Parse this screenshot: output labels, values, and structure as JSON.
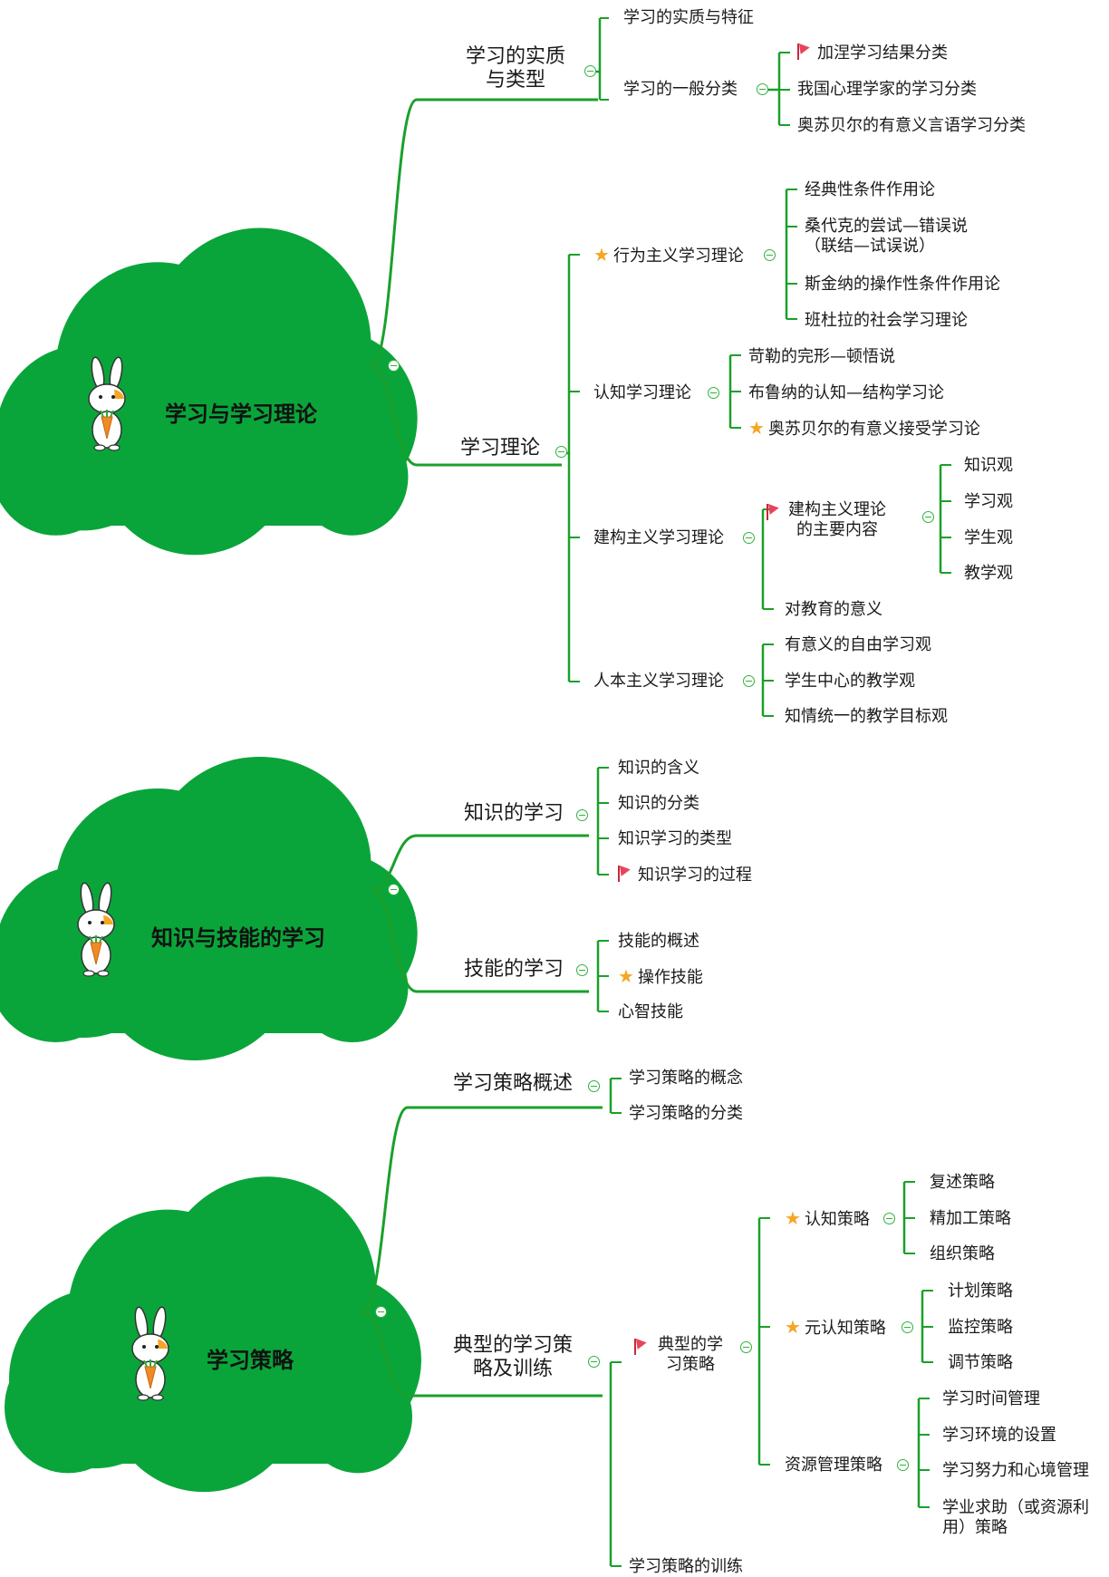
{
  "colors": {
    "branch": "#1aa02a",
    "cloud": "#0aa53a",
    "star": "#f5a623",
    "flag": "#e8435a"
  },
  "icons": {
    "mascot": "rabbit-with-carrot-icon",
    "star": "star-icon",
    "flag": "flag-icon",
    "collapse": "collapse-toggle-icon"
  },
  "sections": [
    {
      "root": "学习与学习理论",
      "l1": [
        {
          "label": "学习的实质\n与类型"
        },
        {
          "label": "学习理论"
        }
      ]
    },
    {
      "root": "知识与技能的学习",
      "l1": [
        {
          "label": "知识的学习"
        },
        {
          "label": "技能的学习"
        }
      ]
    },
    {
      "root": "学习策略",
      "l1": [
        {
          "label": "学习策略概述"
        },
        {
          "label": "典型的学习策\n略及训练"
        }
      ]
    }
  ],
  "nodes": {
    "s1_a1": "学习的实质与特征",
    "s1_a2": "学习的一般分类",
    "s1_a2_1": "加涅学习结果分类",
    "s1_a2_2": "我国心理学家的学习分类",
    "s1_a2_3": "奥苏贝尔的有意义言语学习分类",
    "s1_b1": "行为主义学习理论",
    "s1_b1_1": "经典性条件作用论",
    "s1_b1_2": "桑代克的尝试—错误说\n（联结—试误说）",
    "s1_b1_3": "斯金纳的操作性条件作用论",
    "s1_b1_4": "班杜拉的社会学习理论",
    "s1_b2": "认知学习理论",
    "s1_b2_1": "苛勒的完形—顿悟说",
    "s1_b2_2": "布鲁纳的认知—结构学习论",
    "s1_b2_3": "奥苏贝尔的有意义接受学习论",
    "s1_b3": "建构主义学习理论",
    "s1_b3_1": "建构主义理论\n的主要内容",
    "s1_b3_1_1": "知识观",
    "s1_b3_1_2": "学习观",
    "s1_b3_1_3": "学生观",
    "s1_b3_1_4": "教学观",
    "s1_b3_2": "对教育的意义",
    "s1_b4": "人本主义学习理论",
    "s1_b4_1": "有意义的自由学习观",
    "s1_b4_2": "学生中心的教学观",
    "s1_b4_3": "知情统一的教学目标观",
    "s2_a1": "知识的含义",
    "s2_a2": "知识的分类",
    "s2_a3": "知识学习的类型",
    "s2_a4": "知识学习的过程",
    "s2_b1": "技能的概述",
    "s2_b2": "操作技能",
    "s2_b3": "心智技能",
    "s3_a1": "学习策略的概念",
    "s3_a2": "学习策略的分类",
    "s3_b1": "典型的学\n习策略",
    "s3_b1_1": "认知策略",
    "s3_b1_1_1": "复述策略",
    "s3_b1_1_2": "精加工策略",
    "s3_b1_1_3": "组织策略",
    "s3_b1_2": "元认知策略",
    "s3_b1_2_1": "计划策略",
    "s3_b1_2_2": "监控策略",
    "s3_b1_2_3": "调节策略",
    "s3_b1_3": "资源管理策略",
    "s3_b1_3_1": "学习时间管理",
    "s3_b1_3_2": "学习环境的设置",
    "s3_b1_3_3": "学习努力和心境管理",
    "s3_b1_3_4": "学业求助（或资源利\n用）策略",
    "s3_b2": "学习策略的训练"
  }
}
